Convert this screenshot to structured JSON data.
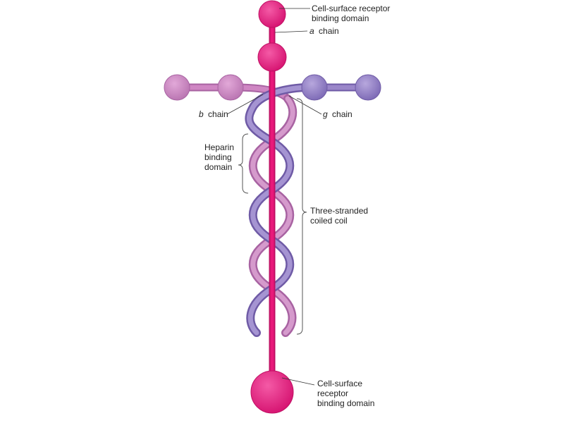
{
  "colors": {
    "a_chain": "#e8197a",
    "a_chain_dark": "#c01064",
    "b_chain": "#cf86c3",
    "b_chain_dark": "#a863a2",
    "g_chain": "#9a86c9",
    "g_chain_dark": "#6f5ba6",
    "text": "#222222"
  },
  "labels": {
    "top_receptor_line1": "Cell-surface receptor",
    "top_receptor_line2": "binding domain",
    "a_chain_symbol": "a",
    "a_chain_word": "chain",
    "b_chain_symbol": "b",
    "b_chain_word": "chain",
    "g_chain_symbol": "g",
    "g_chain_word": "chain",
    "heparin_line1": "Heparin",
    "heparin_line2": "binding",
    "heparin_line3": "domain",
    "coil_line1": "Three-stranded",
    "coil_line2": "coiled coil",
    "bottom_receptor_line1": "Cell-surface",
    "bottom_receptor_line2": "receptor",
    "bottom_receptor_line3": "binding domain"
  }
}
